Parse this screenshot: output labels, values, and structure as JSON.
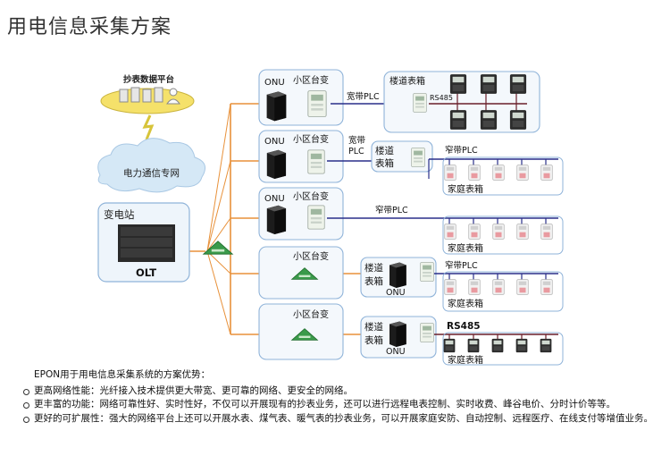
{
  "page": {
    "title": "用电信息采集方案"
  },
  "diagram": {
    "platform_label": "抄表数据平台",
    "network_label": "电力通信专网",
    "substation_label": "变电站",
    "olt_label": "OLT",
    "onu_label": "ONU",
    "district_label": "小区台变",
    "building_box_label": "楼道表箱",
    "building_box_line1": "楼道",
    "building_box_line2": "表箱",
    "home_box_label": "家庭表箱",
    "broadband_plc": "宽带PLC",
    "broadband_plc_line1": "宽带",
    "broadband_plc_line2": "PLC",
    "narrowband_plc": "窄带PLC",
    "rs485": "RS485"
  },
  "notes": {
    "heading": "EPON用于用电信息采集系统的方案优势：",
    "items": [
      "更高网络性能：光纤接入技术提供更大带宽、更可靠的网络、更安全的网络。",
      "更丰富的功能：网络可靠性好、实时性好，不仅可以开展现有的抄表业务，还可以进行远程电表控制、实时收费、峰谷电价、分时计价等等。",
      "更好的可扩展性：强大的网络平台上还可以开展水表、煤气表、暖气表的抄表业务，可以开展家庭安防、自动控制、远程医疗、在线支付等增值业务。"
    ]
  },
  "colors": {
    "fiber": "#e8913a",
    "bus": "#2a2f8a",
    "box_border": "#8fb3d9",
    "box_fill": "#f4f8fc",
    "splitter": "#3a9a4a",
    "platform": "#f5e16a"
  }
}
